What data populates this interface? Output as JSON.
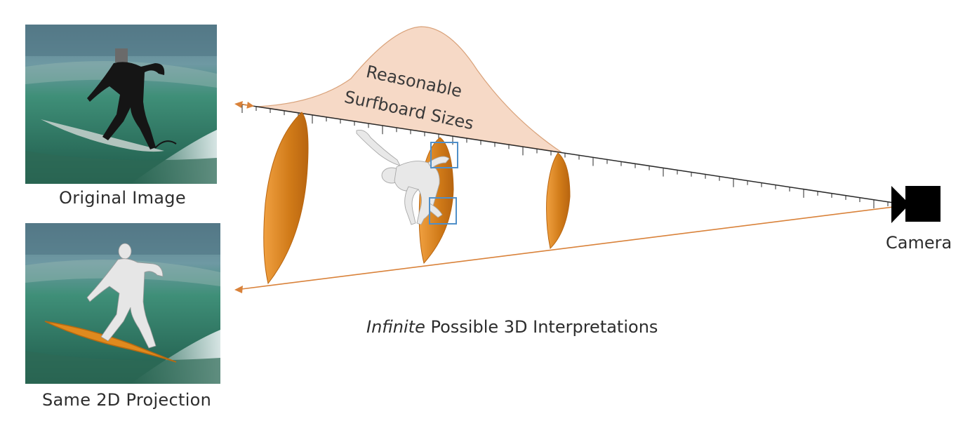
{
  "original": {
    "caption": "Original Image"
  },
  "projection": {
    "caption": "Same 2D Projection"
  },
  "distribution": {
    "label_line1": "Reasonable",
    "label_line2": "Surfboard Sizes"
  },
  "camera": {
    "label": "Camera"
  },
  "bottom_caption": {
    "emphasis": "Infinite",
    "rest": " Possible 3D Interpretations"
  },
  "colors": {
    "surfboard": "#e08a1e",
    "ray": "#d9823a",
    "distribution_fill": "#f6d9c6",
    "distribution_stroke": "#d9a27a",
    "box": "#4f8fc9",
    "wave": "#3e8f7a",
    "sea_dark": "#2a5a6a"
  }
}
